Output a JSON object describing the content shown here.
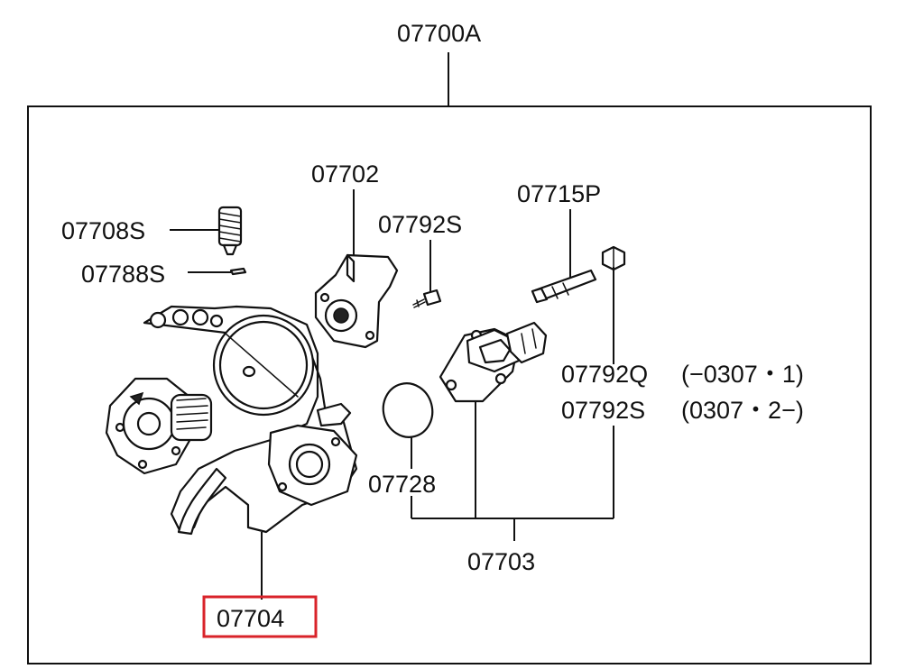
{
  "assembly_label": "07700A",
  "labels": {
    "p07702": "07702",
    "p07708s": "07708S",
    "p07788s": "07788S",
    "p07792s_screw": "07792S",
    "p07715p": "07715P",
    "p07792q": "07792Q",
    "p07792q_range": "(−0307・1)",
    "p07792s_bolt": "07792S",
    "p07792s_bolt_range": "(0307・2−)",
    "p07728": "07728",
    "p07703": "07703",
    "p07704": "07704"
  },
  "colors": {
    "highlight": "#d9232a",
    "line": "#111111"
  }
}
